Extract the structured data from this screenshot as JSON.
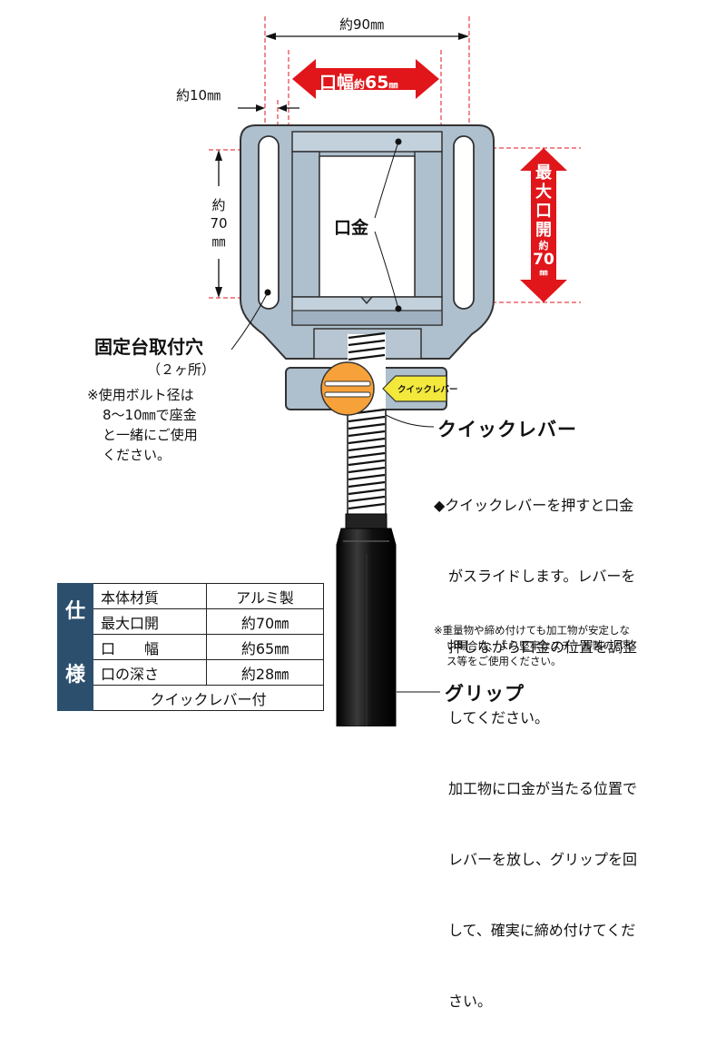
{
  "dimensions": {
    "width": "約90㎜",
    "left_gap": "約10㎜",
    "height": "約\n70\n㎜",
    "height_parts": [
      "約",
      "70",
      "㎜"
    ],
    "jaw_width_label": "口幅",
    "jaw_width_value": "約65㎜",
    "jaw_width_prefix": "約",
    "jaw_width_num": "65",
    "jaw_width_unit": "㎜",
    "max_open_chars": [
      "最",
      "大",
      "口",
      "開"
    ],
    "max_open_prefix": "約",
    "max_open_num": "70",
    "max_open_unit": "㎜"
  },
  "labels": {
    "jaw": "口金",
    "mount_hole": "固定台取付穴",
    "mount_hole_count": "（２ヶ所）",
    "bolt_note": [
      "※使用ボルト径は",
      "8～10㎜で座金",
      "と一緒にご使用",
      "ください。"
    ],
    "quick_lever_tag": "クイックレバー",
    "quick_lever": "クイックレバー",
    "grip": "グリップ"
  },
  "description": {
    "lines": [
      "◆クイックレバーを押すと口金",
      "　がスライドします。レバーを",
      "　押しながら口金の位置を調整",
      "　してください。",
      "　加工物に口金が当たる位置で",
      "　レバーを放し、グリップを回",
      "　して、確実に締め付けてくだ",
      "　さい。"
    ],
    "warning": [
      "※重量物や締め付けても加工物が安定しな",
      "い場合は、より堅牢なスチール製のバイ",
      "ス等をご使用ください。"
    ]
  },
  "spec": {
    "side_chars": [
      "仕",
      "様"
    ],
    "rows": [
      {
        "key": "本体材質",
        "value": "アルミ製"
      },
      {
        "key": "最大口開",
        "value": "約70㎜"
      },
      {
        "key": "口　　幅",
        "value": "約65㎜"
      },
      {
        "key": "口の深さ",
        "value": "約28㎜"
      }
    ],
    "footer": "クイックレバー付"
  },
  "colors": {
    "body": "#aebfcd",
    "body_stroke": "#333333",
    "jaw_face": "#ffffff",
    "red": "#e0161b",
    "lever": "#f6a13a",
    "tag": "#f3e83c",
    "grip": "#111111",
    "spec_side": "#2c4f6e"
  }
}
